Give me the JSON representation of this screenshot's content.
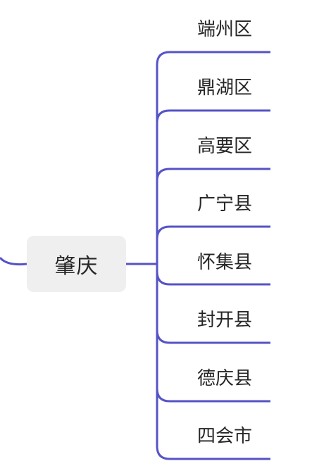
{
  "root": {
    "label": "肇庆"
  },
  "children": [
    {
      "label": "端州区"
    },
    {
      "label": "鼎湖区"
    },
    {
      "label": "高要区"
    },
    {
      "label": "广宁县"
    },
    {
      "label": "怀集县"
    },
    {
      "label": "封开县"
    },
    {
      "label": "德庆县"
    },
    {
      "label": "四会市"
    }
  ],
  "colors": {
    "connector": "#5553c6",
    "root_fill": "#efefef",
    "text": "#262626"
  }
}
